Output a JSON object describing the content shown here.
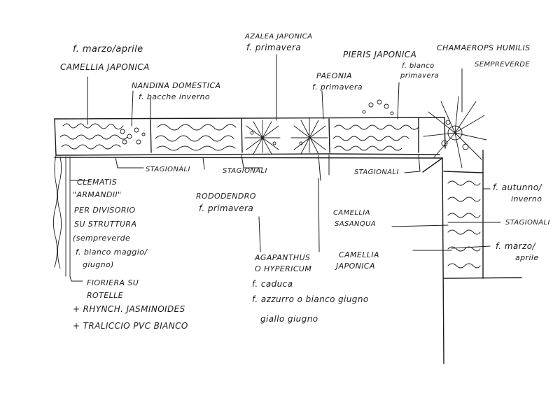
{
  "labels": {
    "camellia_flower_time": "f. marzo/aprile",
    "camellia_japonica_left": "CAMELLIA JAPONICA",
    "nandina_name": "NANDINA DOMESTICA",
    "nandina_note": "f. bacche inverno",
    "azalea_name": "AZALEA JAPONICA",
    "azalea_note": "f. primavera",
    "paeonia_name": "PAEONIA",
    "paeonia_note": "f. primavera",
    "pieris_name": "PIERIS JAPONICA",
    "pieris_note_1": "f. bianco",
    "pieris_note_2": "primavera",
    "chamaerops_name": "CHAMAEROPS HUMILIS",
    "chamaerops_note": "SEMPREVERDE",
    "stagionali_1": "STAGIONALI",
    "stagionali_2": "STAGIONALI",
    "stagionali_3": "STAGIONALI",
    "stagionali_4": "STAGIONALI",
    "rododendro_name": "RODODENDRO",
    "rododendro_note": "f. primavera",
    "camellia_sasanqua_1": "CAMELLIA",
    "camellia_sasanqua_2": "SASANQUA",
    "camellia_japonica_mid_1": "CAMELLIA",
    "camellia_japonica_mid_2": "JAPONICA",
    "autunno_1": "f. autunno/",
    "autunno_2": "inverno",
    "marzo_right_1": "f. marzo/",
    "marzo_right_2": "aprile",
    "agapanthus_1": "AGAPANTHUS",
    "agapanthus_2": "O HYPERICUM",
    "agapanthus_3": "f. caduca",
    "agapanthus_4": "f. azzurro o bianco giugno",
    "agapanthus_5": "giallo giugno",
    "clematis_1": "CLEMATIS",
    "clematis_2": "\"ARMANDII\"",
    "clematis_3": "PER DIVISORIO",
    "clematis_4": "SU STRUTTURA",
    "clematis_5": "(sempreverde",
    "clematis_6": "f. bianco maggio/",
    "clematis_7": "giugno)",
    "fioriera_1": "FIORIERA SU",
    "fioriera_2": "ROTELLE",
    "rhynch": "+ RHYNCH. JASMINOIDES",
    "traliccio": "+ TRALICCIO PVC BIANCO"
  }
}
